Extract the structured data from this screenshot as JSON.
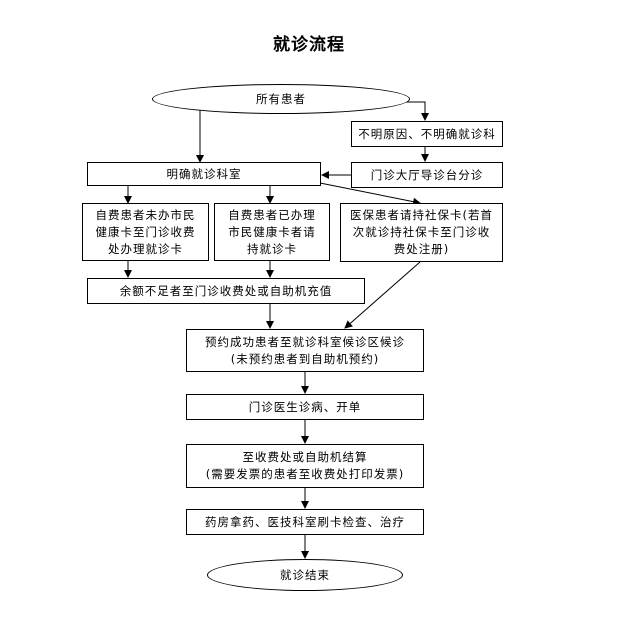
{
  "title": "就诊流程",
  "nodes": {
    "all_patients": "所有患者",
    "unknown_dept": "不明原因、不明确就诊科",
    "guide_desk": "门诊大厅导诊台分诊",
    "confirmed_dept": "明确就诊科室",
    "self_pay_no_card": "自费患者未办市民\n健康卡至门诊收费\n处办理就诊卡",
    "self_pay_with_card": "自费患者已办理\n市民健康卡者请\n持就诊卡",
    "insured": "医保患者请持社保卡(若首\n次就诊持社保卡至门诊收\n费处注册)",
    "low_balance": "余额不足者至门诊收费处或自助机充值",
    "booked_wait": "预约成功患者至就诊科室候诊区候诊\n(未预约患者到自助机预约)",
    "doctor_visit": "门诊医生诊病、开单",
    "settlement": "至收费处或自助机结算\n(需要发票的患者至收费处打印发票)",
    "pharmacy": "药房拿药、医技科室刷卡检查、治疗",
    "end": "就诊结束"
  }
}
